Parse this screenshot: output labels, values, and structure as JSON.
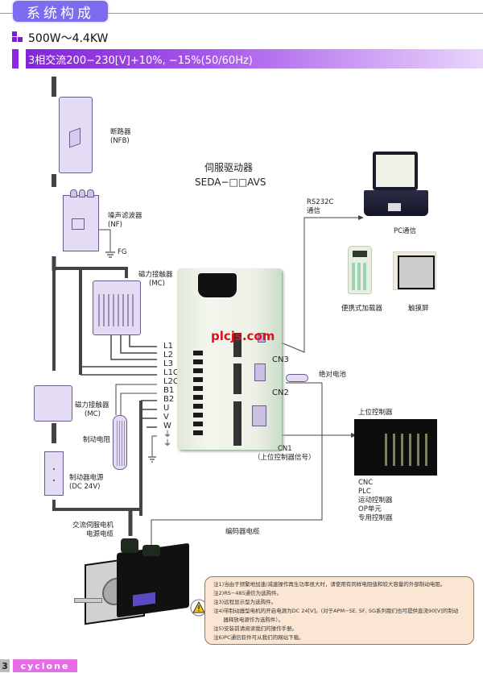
{
  "header": {
    "section_title": "系统构成",
    "power_range": "500W～4.4KW",
    "voltage_spec": "3相交流200−230[V]+10%, −15%(50/60Hz)"
  },
  "components": {
    "nfb": {
      "name": "断路器",
      "code": "(NFB)"
    },
    "noise_filter": {
      "name": "噪声滤波器",
      "code": "(NF)",
      "ground": "FG"
    },
    "mc_top": {
      "name": "磁力接触器",
      "code": "(MC)"
    },
    "mc_bottom": {
      "name": "磁力接触器",
      "code": "(MC)"
    },
    "brake_resistor": {
      "name": "制动电阻"
    },
    "brake_power": {
      "name": "制动器电源",
      "spec": "(DC 24V)"
    },
    "driver": {
      "name": "伺服驱动器",
      "model": "SEDA−□□AVS"
    },
    "rs232": {
      "line1": "RS232C",
      "line2": "通信"
    },
    "pc": {
      "name": "PC通信"
    },
    "loader": {
      "name": "便携式加载器"
    },
    "touch": {
      "name": "触摸屏"
    },
    "battery": {
      "name": "绝对电池"
    },
    "cn3": "CN3",
    "cn2": "CN2",
    "cn1": {
      "name": "CN1",
      "desc": "（上位控制器信号）"
    },
    "host": {
      "name": "上位控制器",
      "types": [
        "CNC",
        "PLC",
        "运动控制器",
        "OP单元",
        "专用控制器"
      ]
    },
    "motor_cable": {
      "line1": "交流伺服电机",
      "line2": "电源电缆"
    },
    "encoder_cable": "编码器电缆"
  },
  "terminals": [
    "L1",
    "L2",
    "L3",
    "L1C",
    "L2C",
    "B1",
    "B2",
    "U",
    "V",
    "W",
    "⏚",
    "⏚"
  ],
  "watermark": "plcjs.com",
  "notes": [
    "注1)当由于频繁地加速/减速操作再生功率很大时，请使用有同样电阻值和较大容量的外部制动电阻。",
    "注2)RS−485通信为选购件。",
    "注3)远程显示型为选购件。",
    "注4)带制动器型电机的开启电源为DC 24[V]。(对于APM−SE, SF, SG系列我们也可提供直流90[V]的制动",
    "      器释放电源作为选购件）。",
    "注5)安装前请阅读我们的操作手册。",
    "注6)PC通信软件可从我们的网站下载。"
  ],
  "footer": {
    "page": "3",
    "brand": "cyclone"
  },
  "colors": {
    "accent_purple": "#8324d8",
    "tab_purple": "#7b6cf0",
    "device_lavender": "#e4dcf5",
    "brand_pink": "#e86be8",
    "note_bg": "#fbe6d3"
  }
}
